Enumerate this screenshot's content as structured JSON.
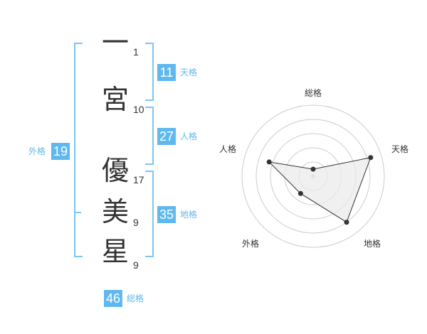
{
  "name": {
    "characters": [
      {
        "char": "一",
        "strokes": "1"
      },
      {
        "char": "宮",
        "strokes": "10"
      },
      {
        "char": "優",
        "strokes": "17"
      },
      {
        "char": "美",
        "strokes": "9"
      },
      {
        "char": "星",
        "strokes": "9"
      }
    ]
  },
  "kakusu": {
    "tenkaku": {
      "value": "11",
      "label": "天格"
    },
    "jinkaku": {
      "value": "27",
      "label": "人格"
    },
    "chikaku": {
      "value": "35",
      "label": "地格"
    },
    "gaikaku": {
      "value": "19",
      "label": "外格"
    },
    "soukaku": {
      "value": "46",
      "label": "総格"
    }
  },
  "radar": {
    "axes": [
      "総格",
      "天格",
      "地格",
      "外格",
      "人格"
    ],
    "values": [
      0.1,
      0.85,
      0.8,
      0.3,
      0.65
    ],
    "colors": {
      "line": "#333333",
      "fill": "#ebebeb",
      "ring": "#cccccc"
    }
  },
  "colors": {
    "accent": "#5fb8ee"
  }
}
